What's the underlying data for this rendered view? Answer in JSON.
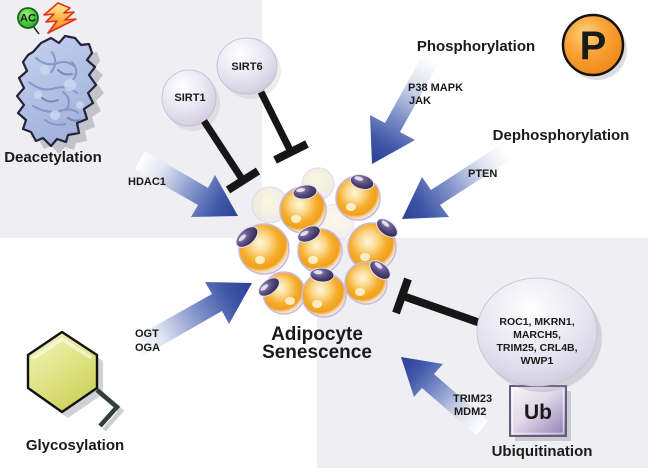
{
  "center": {
    "line1": "Adipocyte",
    "line2": "Senescence"
  },
  "deacetylation": {
    "heading": "Deacetylation",
    "ac_label": "AC",
    "hdac": "HDAC1",
    "sirt1": "SIRT1",
    "sirt6": "SIRT6"
  },
  "phosphorylation": {
    "heading": "Phosphorylation",
    "badge": "P",
    "kinase1": "P38 MAPK",
    "kinase2": "JAK"
  },
  "dephosphorylation": {
    "heading": "Dephosphorylation",
    "phosphatase": "PTEN"
  },
  "glycosylation": {
    "heading": "Glycosylation",
    "enzyme1": "OGT",
    "enzyme2": "OGA"
  },
  "ubiquitination": {
    "heading": "Ubiquitination",
    "badge": "Ub",
    "ligases": [
      "ROC1, MKRN1,",
      "MARCH5,",
      "TRIM25, CRL4B,",
      "WWP1"
    ],
    "regulator1": "TRIM23",
    "regulator2": "MDM2"
  },
  "colors": {
    "quadrant_bg": "#efeef2",
    "arrow_blue": "#30459c",
    "inhibitor_black": "#161616",
    "phospho_badge": "#f6921e",
    "acetyl_badge": "#3cc435",
    "hexagon_yellow": "#dde077",
    "sphere_lavender": "#d8d4e8",
    "lipid_orange": "#f6ae2d",
    "nucleus_purple": "#3a3156",
    "ub_square_purple": "#8a7cb3"
  }
}
